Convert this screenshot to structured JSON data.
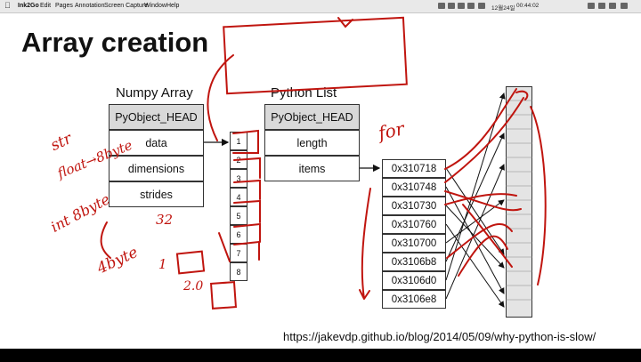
{
  "menubar": {
    "app_name": "Ink2Go",
    "menus": [
      "Edit",
      "Pages",
      "Annotation",
      "Screen Capture",
      "Window",
      "Help"
    ],
    "date_text": "12월24일",
    "time_text": "00:44:02"
  },
  "slide": {
    "title": "Array creation",
    "numpy": {
      "heading": "Numpy Array",
      "rows": [
        "PyObject_HEAD",
        "data",
        "dimensions",
        "strides"
      ]
    },
    "data_cells": [
      "1",
      "2",
      "3",
      "4",
      "5",
      "6",
      "7",
      "8"
    ],
    "pylist": {
      "heading": "Python List",
      "rows": [
        "PyObject_HEAD",
        "length",
        "items"
      ]
    },
    "pointers": [
      "0x310718",
      "0x310748",
      "0x310730",
      "0x310760",
      "0x310700",
      "0x3106b8",
      "0x3106d0",
      "0x3106e8"
    ],
    "url": "https://jakevdp.github.io/blog/2014/05/09/why-python-is-slow/"
  },
  "annotations": {
    "for": "for",
    "str": "str",
    "float_byte": "float→8byte",
    "int_byte": "int 8byte",
    "n32": "32",
    "four_byte": "4byte",
    "one": "1",
    "two": "2.0"
  },
  "colors": {
    "ink": "#c0150f",
    "header_gray": "#d9d9d9",
    "menubar": "#e9e9e9"
  }
}
